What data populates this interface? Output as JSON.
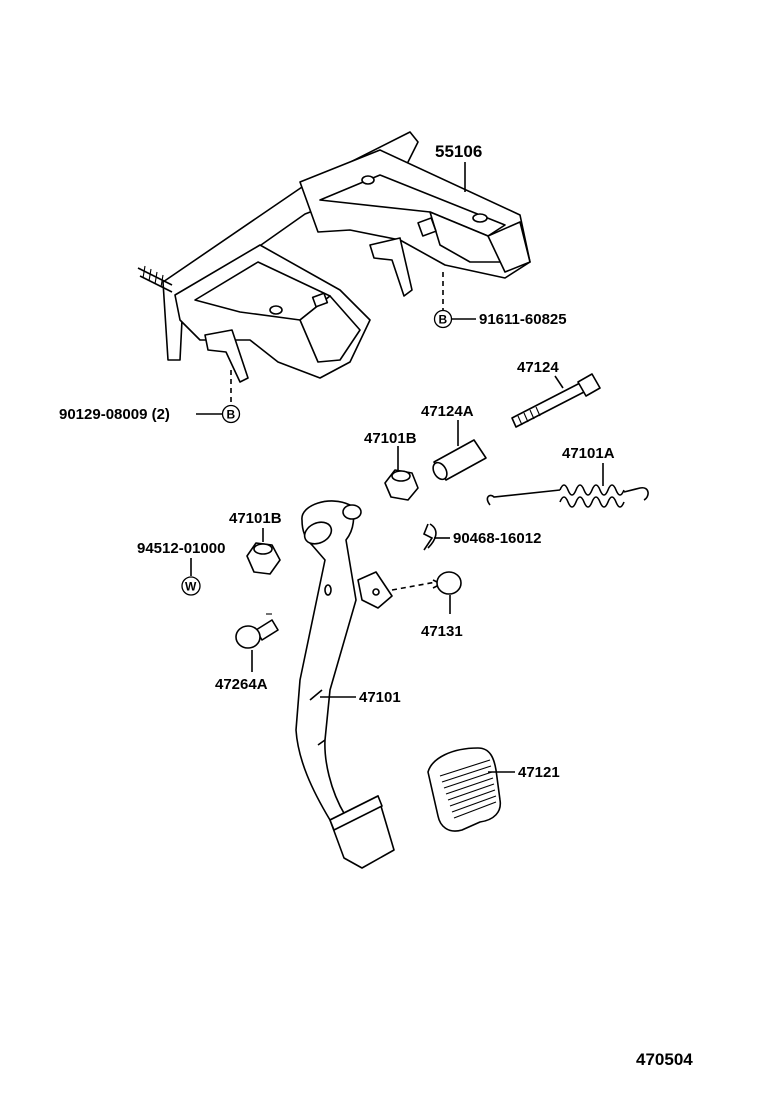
{
  "diagram": {
    "parts": [
      {
        "id": "bracket",
        "label": "55106"
      },
      {
        "id": "bracket-bolt",
        "label": "91611-60825",
        "marker": "B"
      },
      {
        "id": "stud-nut",
        "label": "90129-08009 (2)",
        "marker": "B"
      },
      {
        "id": "bolt",
        "label": "47124"
      },
      {
        "id": "collar",
        "label": "47124A"
      },
      {
        "id": "bushing-upper",
        "label": "47101B"
      },
      {
        "id": "spring",
        "label": "47101A"
      },
      {
        "id": "clip",
        "label": "90468-16012"
      },
      {
        "id": "bushing-lower",
        "label": "47101B"
      },
      {
        "id": "washer-part",
        "label": "94512-01000",
        "marker": "W"
      },
      {
        "id": "stopper",
        "label": "47131"
      },
      {
        "id": "pin",
        "label": "47264A"
      },
      {
        "id": "pedal-arm",
        "label": "47101"
      },
      {
        "id": "pedal-pad",
        "label": "47121"
      }
    ],
    "figure_number": "470504"
  }
}
